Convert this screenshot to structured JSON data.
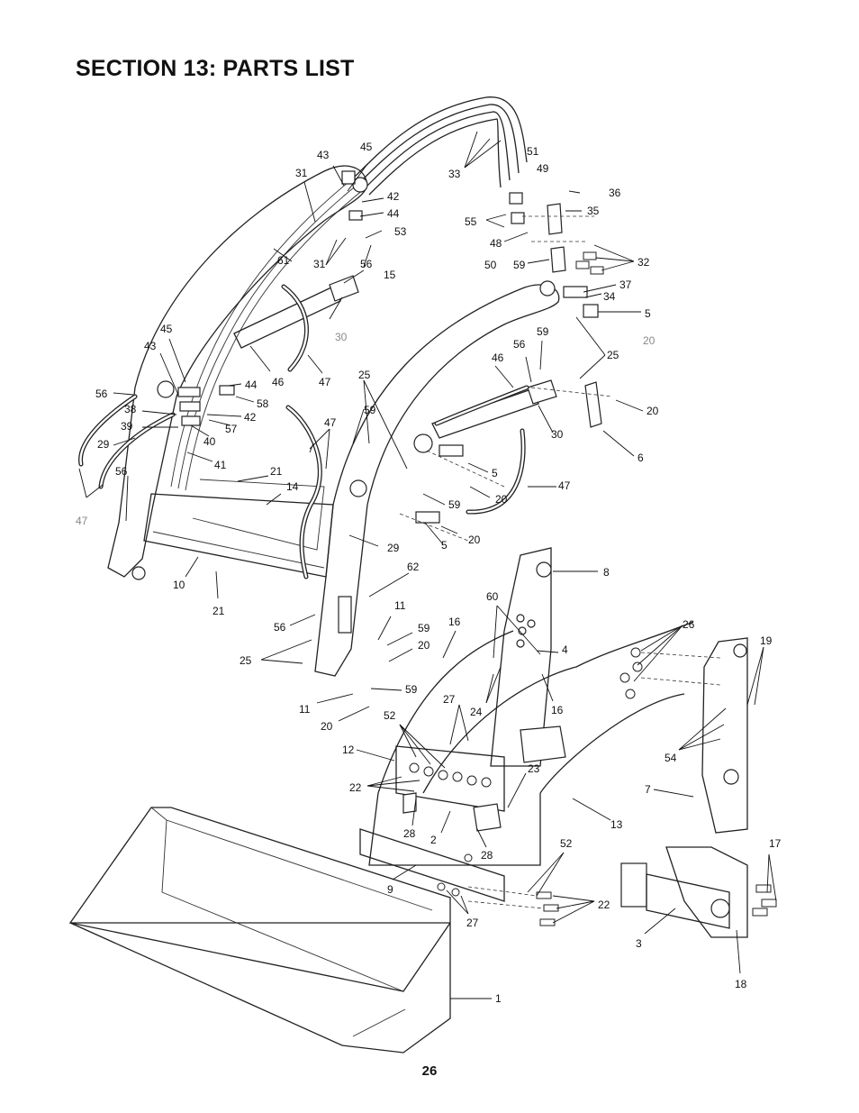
{
  "header": {
    "title": "SECTION 13: PARTS LIST"
  },
  "footer": {
    "page_number": "26"
  },
  "diagram": {
    "callouts": [
      {
        "id": "c43a",
        "text": "43"
      },
      {
        "id": "c45a",
        "text": "45"
      },
      {
        "id": "c31a",
        "text": "31"
      },
      {
        "id": "c42a",
        "text": "42"
      },
      {
        "id": "c44a",
        "text": "44"
      },
      {
        "id": "c53",
        "text": "53"
      },
      {
        "id": "c31b",
        "text": "31"
      },
      {
        "id": "c56a",
        "text": "56"
      },
      {
        "id": "c15",
        "text": "15"
      },
      {
        "id": "c61",
        "text": "61"
      },
      {
        "id": "c30a",
        "text": "30"
      },
      {
        "id": "c33",
        "text": "33"
      },
      {
        "id": "c51",
        "text": "51"
      },
      {
        "id": "c49",
        "text": "49"
      },
      {
        "id": "c36",
        "text": "36"
      },
      {
        "id": "c35",
        "text": "35"
      },
      {
        "id": "c55",
        "text": "55"
      },
      {
        "id": "c48",
        "text": "48"
      },
      {
        "id": "c50",
        "text": "50"
      },
      {
        "id": "c59a",
        "text": "59"
      },
      {
        "id": "c32",
        "text": "32"
      },
      {
        "id": "c37",
        "text": "37"
      },
      {
        "id": "c34",
        "text": "34"
      },
      {
        "id": "c5a",
        "text": "5"
      },
      {
        "id": "c20a",
        "text": "20"
      },
      {
        "id": "c25a",
        "text": "25"
      },
      {
        "id": "c45b",
        "text": "45"
      },
      {
        "id": "c43b",
        "text": "43"
      },
      {
        "id": "c56b",
        "text": "56"
      },
      {
        "id": "c38",
        "text": "38"
      },
      {
        "id": "c39",
        "text": "39"
      },
      {
        "id": "c29a",
        "text": "29"
      },
      {
        "id": "c46a",
        "text": "46"
      },
      {
        "id": "c44b",
        "text": "44"
      },
      {
        "id": "c47a",
        "text": "47"
      },
      {
        "id": "c58",
        "text": "58"
      },
      {
        "id": "c42b",
        "text": "42"
      },
      {
        "id": "c57",
        "text": "57"
      },
      {
        "id": "c40",
        "text": "40"
      },
      {
        "id": "c41",
        "text": "41"
      },
      {
        "id": "c25b",
        "text": "25"
      },
      {
        "id": "c47b",
        "text": "47"
      },
      {
        "id": "c59b",
        "text": "59"
      },
      {
        "id": "c56c",
        "text": "56"
      },
      {
        "id": "c59c",
        "text": "59"
      },
      {
        "id": "c46b",
        "text": "46"
      },
      {
        "id": "c30b",
        "text": "30"
      },
      {
        "id": "c20b",
        "text": "20"
      },
      {
        "id": "c6",
        "text": "6"
      },
      {
        "id": "c5b",
        "text": "5"
      },
      {
        "id": "c20c",
        "text": "20"
      },
      {
        "id": "c47c",
        "text": "47"
      },
      {
        "id": "c59d",
        "text": "59"
      },
      {
        "id": "c5c",
        "text": "5"
      },
      {
        "id": "c20d",
        "text": "20"
      },
      {
        "id": "c56d",
        "text": "56"
      },
      {
        "id": "c21a",
        "text": "21"
      },
      {
        "id": "c14",
        "text": "14"
      },
      {
        "id": "c47d",
        "text": "47"
      },
      {
        "id": "c29b",
        "text": "29"
      },
      {
        "id": "c62",
        "text": "62"
      },
      {
        "id": "c10",
        "text": "10"
      },
      {
        "id": "c21b",
        "text": "21"
      },
      {
        "id": "c56e",
        "text": "56"
      },
      {
        "id": "c11a",
        "text": "11"
      },
      {
        "id": "c59e",
        "text": "59"
      },
      {
        "id": "c20e",
        "text": "20"
      },
      {
        "id": "c25c",
        "text": "25"
      },
      {
        "id": "c11b",
        "text": "11"
      },
      {
        "id": "c59f",
        "text": "59"
      },
      {
        "id": "c20f",
        "text": "20"
      },
      {
        "id": "c8",
        "text": "8"
      },
      {
        "id": "c60",
        "text": "60"
      },
      {
        "id": "c16a",
        "text": "16"
      },
      {
        "id": "c4",
        "text": "4"
      },
      {
        "id": "c26",
        "text": "26"
      },
      {
        "id": "c19",
        "text": "19"
      },
      {
        "id": "c27a",
        "text": "27"
      },
      {
        "id": "c24",
        "text": "24"
      },
      {
        "id": "c16b",
        "text": "16"
      },
      {
        "id": "c52a",
        "text": "52"
      },
      {
        "id": "c12",
        "text": "12"
      },
      {
        "id": "c54",
        "text": "54"
      },
      {
        "id": "c23",
        "text": "23"
      },
      {
        "id": "c22a",
        "text": "22"
      },
      {
        "id": "c7",
        "text": "7"
      },
      {
        "id": "c13",
        "text": "13"
      },
      {
        "id": "c28a",
        "text": "28"
      },
      {
        "id": "c2",
        "text": "2"
      },
      {
        "id": "c28b",
        "text": "28"
      },
      {
        "id": "c52b",
        "text": "52"
      },
      {
        "id": "c17",
        "text": "17"
      },
      {
        "id": "c9",
        "text": "9"
      },
      {
        "id": "c22b",
        "text": "22"
      },
      {
        "id": "c27b",
        "text": "27"
      },
      {
        "id": "c3",
        "text": "3"
      },
      {
        "id": "c18",
        "text": "18"
      },
      {
        "id": "c1",
        "text": "1"
      }
    ]
  }
}
